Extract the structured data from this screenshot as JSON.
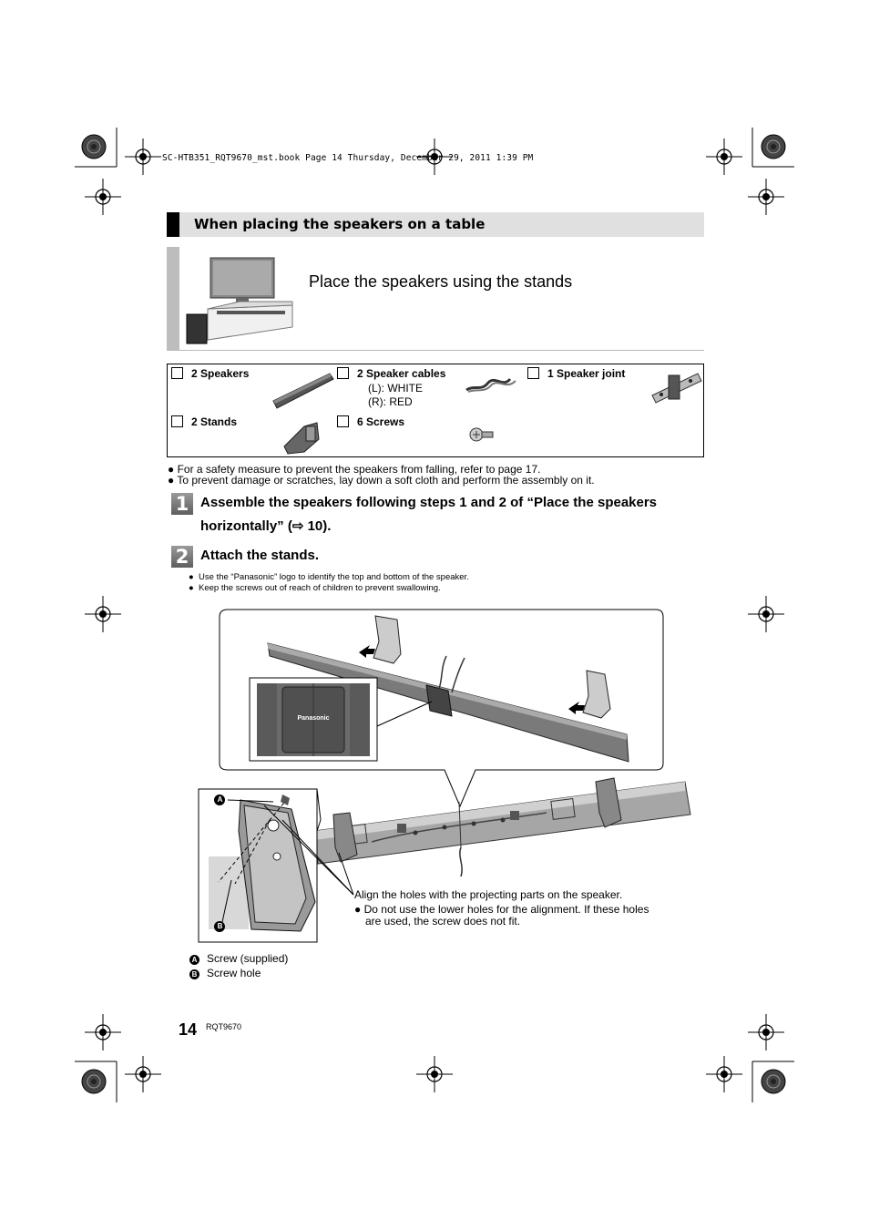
{
  "slug": "SC-HTB351_RQT9670_mst.book  Page 14  Thursday, December 29, 2011  1:39 PM",
  "section_title": "When placing the speakers on a table",
  "intro_heading": "Place the speakers using the stands",
  "accessories": [
    {
      "label": "2 Speakers"
    },
    {
      "label": "2 Speaker cables",
      "sub": [
        "(L): WHITE",
        "(R): RED"
      ]
    },
    {
      "label": "1 Speaker joint"
    },
    {
      "label": "2 Stands"
    },
    {
      "label": "6 Screws"
    }
  ],
  "notes": [
    "For a safety measure to prevent the speakers from falling, refer to page 17.",
    "To prevent damage or scratches, lay down a soft cloth and perform the assembly on it."
  ],
  "step1": {
    "number": "1",
    "line1": "Assemble the speakers following steps 1 and 2 of “Place the speakers",
    "line2": "horizontally” (⇨ 10)."
  },
  "step2": {
    "number": "2",
    "text": "Attach the stands.",
    "notes": [
      "Use the “Panasonic” logo to identify the top and bottom of the speaker.",
      "Keep the screws out of reach of children to prevent swallowing."
    ]
  },
  "figure": {
    "logo": "Panasonic",
    "callout_a": "A",
    "callout_b": "B",
    "align_text": "Align the holes with the projecting parts on the speaker.",
    "align_note_line1": "Do not use the lower holes for the alignment. If these holes",
    "align_note_line2": "are used, the screw does not fit."
  },
  "legend": [
    {
      "badge": "A",
      "text": "Screw (supplied)"
    },
    {
      "badge": "B",
      "text": "Screw hole"
    }
  ],
  "page_number": "14",
  "model_code": "RQT9670"
}
